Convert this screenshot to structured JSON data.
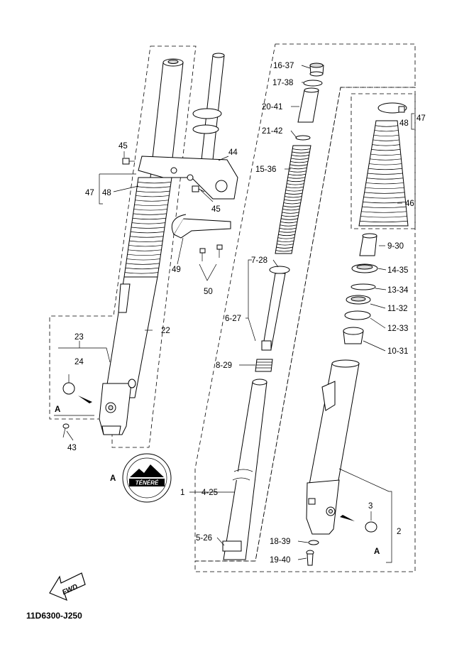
{
  "callouts": {
    "c16_37": "16-37",
    "c17_38": "17-38",
    "c20_41": "20-41",
    "c21_42": "21-42",
    "c15_36": "15-36",
    "c7_28": "7-28",
    "c6_27": "6-27",
    "c8_29": "8-29",
    "c1": "1",
    "c4_25": "4-25",
    "c5_26": "5-26",
    "c18_39": "18-39",
    "c19_40": "19-40",
    "c47_right": "47",
    "c48_right": "48",
    "c46": "46",
    "c9_30": "9-30",
    "c14_35": "14-35",
    "c13_34": "13-34",
    "c11_32": "11-32",
    "c12_33": "12-33",
    "c10_31": "10-31",
    "c3": "3",
    "c2": "2",
    "c44": "44",
    "c45_top": "45",
    "c45_bottom": "45",
    "c47_left": "47",
    "c48_left": "48",
    "c49": "49",
    "c50": "50",
    "c22": "22",
    "c23": "23",
    "c24": "24",
    "c43": "43"
  },
  "markers": {
    "a_left": "A",
    "a_badge": "A",
    "a_right": "A"
  },
  "badge_text": "TÉNÉRÉ",
  "fwd_label": "FWD",
  "diagram_code": "11D6300-J250"
}
